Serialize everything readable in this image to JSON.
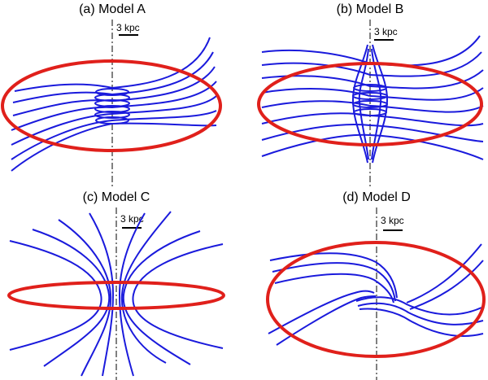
{
  "panels": [
    {
      "id": "a",
      "title": "(a) Model A",
      "scale": "3 kpc"
    },
    {
      "id": "b",
      "title": "(b) Model B",
      "scale": "3 kpc"
    },
    {
      "id": "c",
      "title": "(c) Model C",
      "scale": "3 kpc"
    },
    {
      "id": "d",
      "title": "(d) Model D",
      "scale": "3 kpc"
    }
  ],
  "colors": {
    "field_lines": "#1a1adc",
    "disk": "#e0201b",
    "axis": "#000000"
  }
}
